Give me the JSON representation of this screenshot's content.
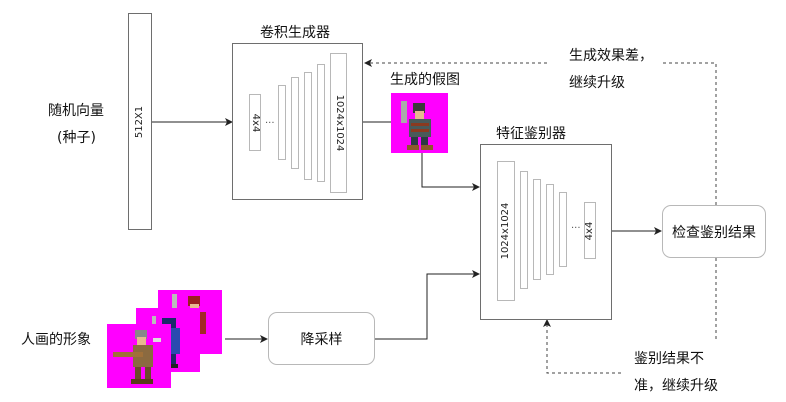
{
  "labels": {
    "random_vector_line1": "随机向量",
    "random_vector_line2": "(种子)",
    "seed_vector_size": "512X1",
    "generator_title": "卷积生成器",
    "generator_small_layer": "4x4",
    "generator_large_layer": "1024x1024",
    "ellipsis": "···",
    "fake_image_title": "生成的假图",
    "discriminator_title": "特征鉴别器",
    "discriminator_large_layer": "1024x1024",
    "discriminator_small_layer": "4x4",
    "check_result": "检查鉴别结果",
    "feedback_generator_line1": "生成效果差，",
    "feedback_generator_line2": "继续升级",
    "feedback_discriminator_line1": "鉴别结果不",
    "feedback_discriminator_line2": "准，继续升级",
    "human_images": "人画的形象",
    "downsample": "降采样"
  },
  "colors": {
    "sprite_background": "#ff00ff",
    "line": "#222222",
    "border": "#6e6e6e"
  }
}
